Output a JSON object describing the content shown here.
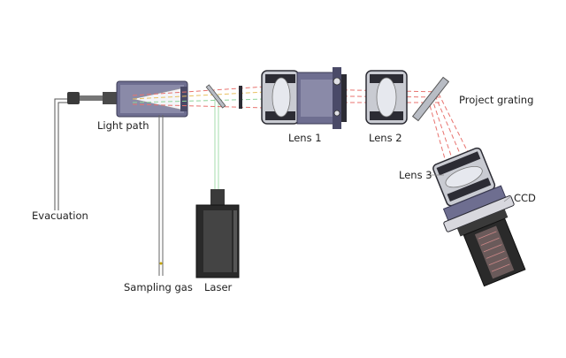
{
  "labels": {
    "light_path": "Light path",
    "evacuation": "Evacuation",
    "sampling_gas": "Sampling gas",
    "laser": "Laser",
    "lens1": "Lens 1",
    "lens2": "Lens 2",
    "lens3": "Lens 3",
    "project_grating": "Project grating",
    "ccd": "CCD"
  },
  "colors": {
    "housing": "#6e6e90",
    "housing_dark": "#4a4a68",
    "lens_body": "#c9cbd2",
    "lens_dark": "#2c2c34",
    "beam_red": "#e8736f",
    "beam_green": "#8ed49a",
    "beam_yellow": "#e8c060",
    "laser_body": "#2a2a2a",
    "mirror": "#b8bcc4"
  }
}
